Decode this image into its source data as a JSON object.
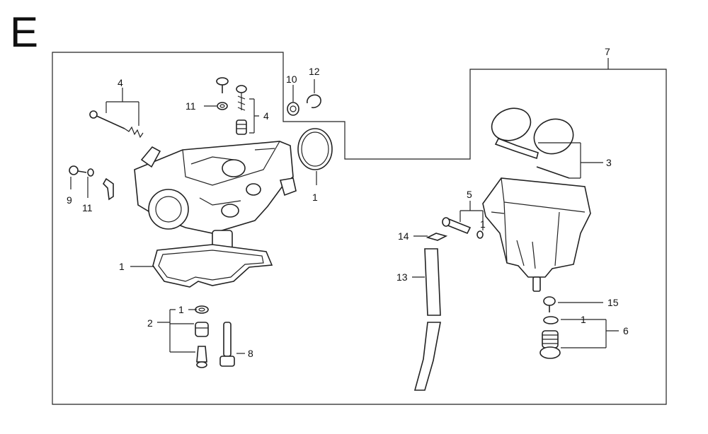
{
  "diagram": {
    "section_letter": "E",
    "labels": {
      "l1_gasket": "1",
      "l1_oring": "1",
      "l1_jet": "1",
      "l1_drain": "1",
      "l1_screw": "1",
      "l2": "2",
      "l3": "3",
      "l4_left": "4",
      "l4_mid": "4",
      "l5": "5",
      "l6": "6",
      "l7": "7",
      "l8": "8",
      "l9": "9",
      "l10": "10",
      "l11_top": "11",
      "l11_left": "11",
      "l12": "12",
      "l13": "13",
      "l14": "14",
      "l15": "15"
    }
  }
}
